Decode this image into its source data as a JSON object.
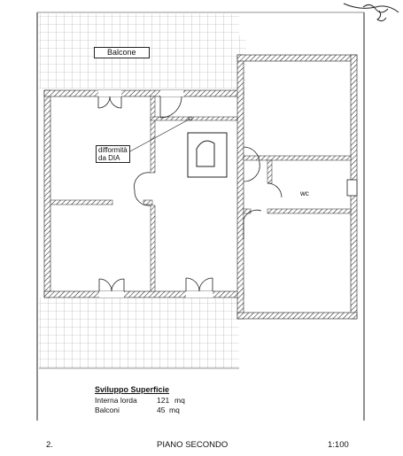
{
  "labels": {
    "balcone": "Balcone",
    "difformita_line1": "difformità",
    "difformita_line2": "da DIA",
    "wc": "wc"
  },
  "summary": {
    "title": "Sviluppo Superficie",
    "rows": [
      {
        "name": "Interna lorda",
        "value": "121",
        "unit": "mq"
      },
      {
        "name": "Balconi",
        "value": "45",
        "unit": "mq"
      }
    ]
  },
  "footer": {
    "number": "2.",
    "title": "PIANO SECONDO",
    "scale": "1:100"
  },
  "colors": {
    "wall_hatch": "#222222",
    "grid": "#9a9a9a",
    "text": "#111111"
  }
}
